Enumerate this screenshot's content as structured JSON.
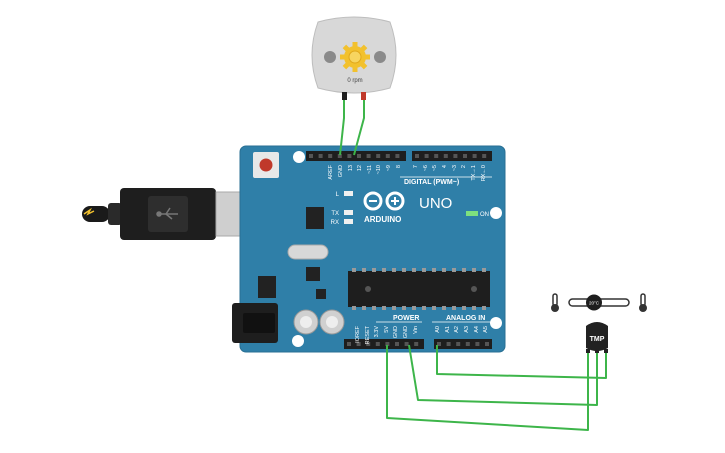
{
  "motor": {
    "speed_label": "0 rpm"
  },
  "arduino": {
    "brand": "ARDUINO",
    "model": "UNO",
    "on_label": "ON",
    "led_l": "L",
    "led_tx": "TX",
    "led_rx": "RX",
    "digital_header": "DIGITAL (PWM~)",
    "power_header": "POWER",
    "analog_header": "ANALOG IN",
    "digital_pins": [
      "AREF",
      "GND",
      "13",
      "12",
      "~11",
      "~10",
      "~9",
      "8",
      "7",
      "~6",
      "~5",
      "4",
      "~3",
      "2",
      "TX→1",
      "RX←0"
    ],
    "power_pins": [
      "IOREF",
      "RESET",
      "3.3V",
      "5V",
      "GND",
      "GND",
      "Vin"
    ],
    "analog_pins": [
      "A0",
      "A1",
      "A2",
      "A3",
      "A4",
      "A5"
    ]
  },
  "sensor": {
    "chip_label": "TMP",
    "slider_label": "20°C"
  },
  "colors": {
    "board": "#2f7fa8",
    "wire": "#3db54a",
    "motor_body": "#d8d8d8",
    "gear": "#f2c12e",
    "chip": "#222222",
    "usb_plug": "#1e1e1e"
  }
}
